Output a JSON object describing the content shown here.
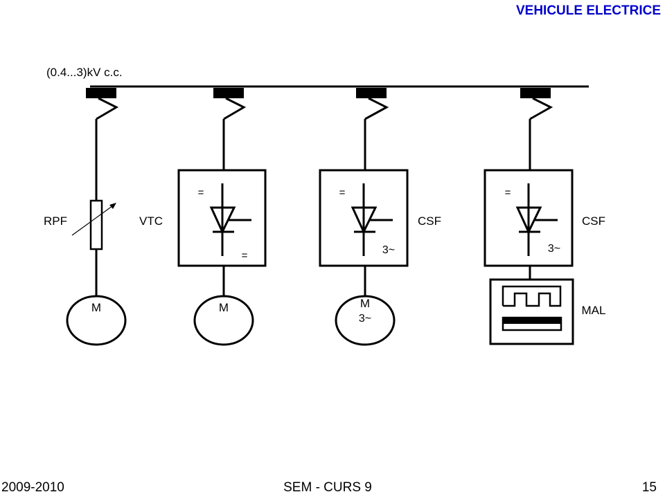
{
  "header": {
    "title": "VEHICULE ELECTRICE",
    "title_color": "#0000cc"
  },
  "diagram": {
    "supply_label": "(0.4...3)kV c.c.",
    "branches": [
      {
        "label": "RPF",
        "motor": "M"
      },
      {
        "label": "VTC",
        "conv_in": "=",
        "conv_out": "=",
        "motor": "M"
      },
      {
        "label": "CSF",
        "conv_in": "=",
        "conv_out": "3~",
        "motor": "M",
        "motor_sub": "3~"
      },
      {
        "label": "CSF",
        "conv_in": "=",
        "conv_out": "3~",
        "load": "MAL"
      }
    ]
  },
  "footer": {
    "left": "2009-2010",
    "center": "SEM - CURS 9",
    "right": "15"
  }
}
